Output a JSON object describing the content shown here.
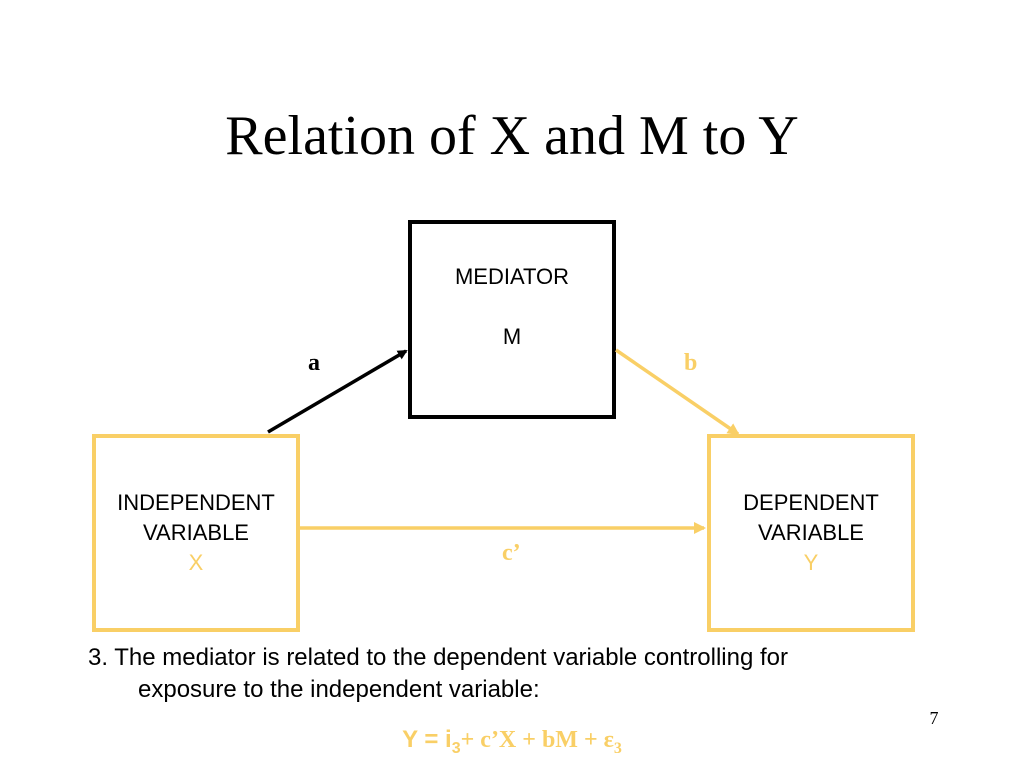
{
  "title": "Relation of X and M to Y",
  "mediator": {
    "label": "MEDIATOR",
    "symbol": "M"
  },
  "independent": {
    "label_line1": "INDEPENDENT",
    "label_line2": "VARIABLE",
    "symbol": "X"
  },
  "dependent": {
    "label_line1": "DEPENDENT",
    "label_line2": "VARIABLE",
    "symbol": "Y"
  },
  "paths": {
    "a": "a",
    "b": "b",
    "c_prime": "c’"
  },
  "body": {
    "line1": "3.  The mediator is related to the dependent variable controlling for",
    "line2": "exposure to the independent variable:"
  },
  "equation": {
    "y_part": "Y = i",
    "sub1": "3",
    "mid_part": "+ c’X + bM + ε",
    "sub2": "3"
  },
  "page_number": "7",
  "colors": {
    "accent": "#F9CF66",
    "black": "#000000"
  }
}
